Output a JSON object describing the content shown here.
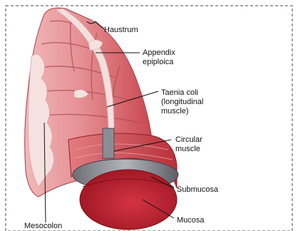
{
  "figure": {
    "labels": {
      "haustrum": "Haustrum",
      "appendix_epiploica": "Appendix\nepiploica",
      "taenia_coli": "Taenia coli\n(longitudinal\nmuscle)",
      "circular_muscle": "Circular\nmuscle",
      "submucosa": "Submucosa",
      "mucosa": "Mucosa",
      "mesocolon": "Mesocolon"
    },
    "colors": {
      "muscle_light": "#e89a9c",
      "muscle_mid": "#d66a6e",
      "muscle_dark": "#b8313a",
      "mucosa": "#c41e2c",
      "submucosa": "#8f8f96",
      "fat": "#f6e1e1",
      "border": "#444444"
    }
  }
}
